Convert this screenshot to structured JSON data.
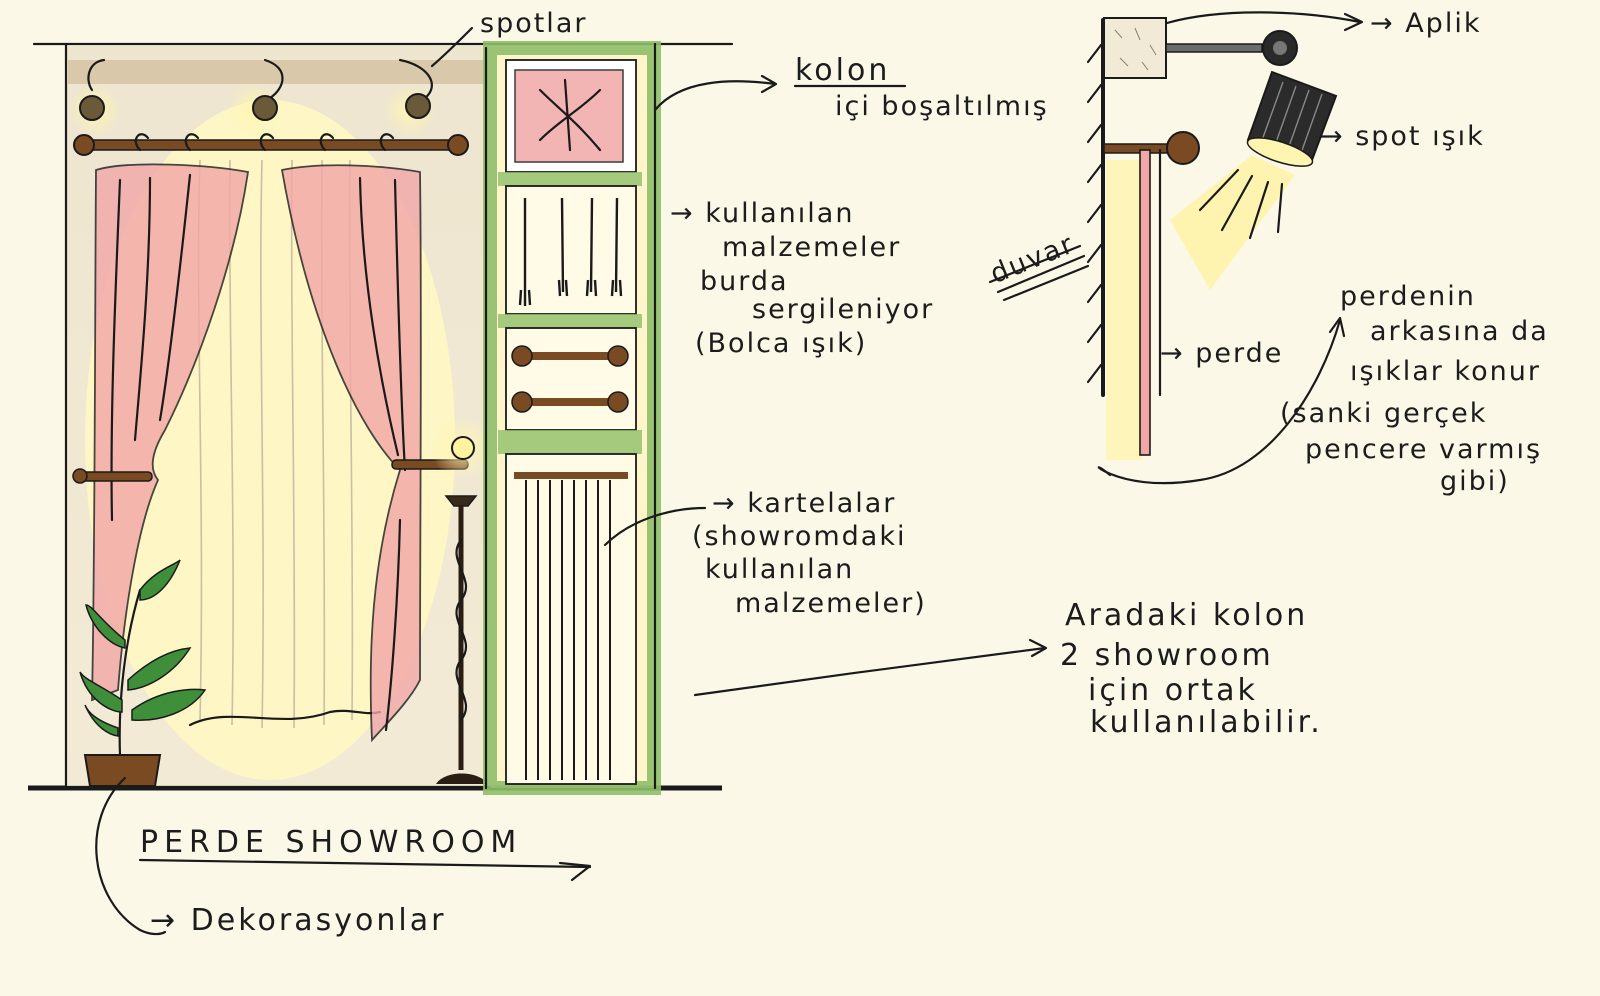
{
  "labels": {
    "spotlar": "spotlar",
    "kolon": "kolon",
    "kolon_sub": "içi boşaltılmış",
    "materials": [
      "→ kullanılan",
      "malzemeler",
      "burda",
      "sergileniyor",
      "(Bolca ışık)"
    ],
    "kartelalar": [
      "→ kartelalar",
      "(showromdaki",
      "kullanılan",
      "malzemeler)"
    ],
    "aradaki": [
      "Aradaki kolon",
      "2 showroom",
      "için ortak",
      "kullanılabilir."
    ],
    "title": "PERDE SHOWROOM",
    "dekorasyonlar": "→ Dekorasyonlar",
    "aplik": "→ Aplik",
    "spot_isik": "→ spot ışık",
    "duvar": "duvar",
    "perde": "→ perde",
    "perdenin": [
      "perdenin",
      "arkasına da",
      "ışıklar konur",
      "(sanki gerçek",
      "pencere varmış",
      "gibi)"
    ]
  },
  "colors": {
    "paper": "#fcf8e8",
    "ink": "#1a1a1a",
    "curtain_pink": "#f2a7a7",
    "column_green": "#8fbf6a",
    "wood": "#7a4a22",
    "glow": "#fff1a8",
    "plant_green": "#3f8f3a"
  },
  "icons": [
    "spotlight-icon",
    "plant-icon",
    "floor-lamp-icon",
    "curtain-rod-icon"
  ]
}
